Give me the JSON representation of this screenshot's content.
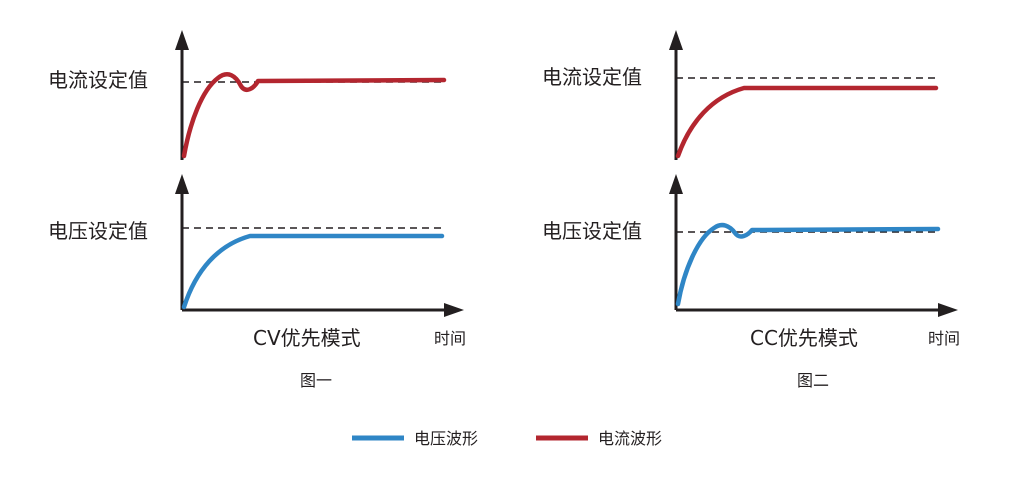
{
  "figures": [
    {
      "mode_label": "CV优先模式",
      "caption": "图一",
      "current_setpoint_label": "电流设定值",
      "voltage_setpoint_label": "电压设定值",
      "time_label": "时间"
    },
    {
      "mode_label": "CC优先模式",
      "caption": "图二",
      "current_setpoint_label": "电流设定值",
      "voltage_setpoint_label": "电压设定值",
      "time_label": "时间"
    }
  ],
  "legend": [
    {
      "label": "电压波形",
      "color": "#2f86c6"
    },
    {
      "label": "电流波形",
      "color": "#b3262f"
    }
  ],
  "colors": {
    "voltage": "#2f86c6",
    "current": "#b3262f",
    "axis": "#231f20"
  }
}
